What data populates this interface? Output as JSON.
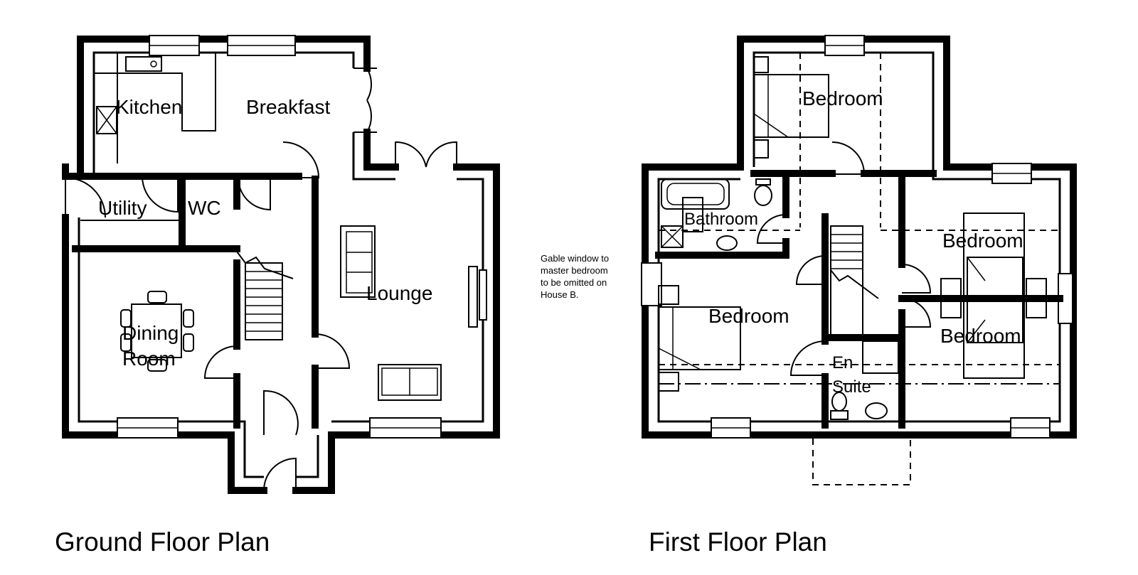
{
  "ground_floor": {
    "title": "Ground Floor Plan",
    "rooms": {
      "kitchen": "Kitchen",
      "breakfast": "Breakfast",
      "utility": "Utility",
      "wc": "WC",
      "dining_line1": "Dining",
      "dining_line2": "Room",
      "lounge": "Lounge"
    }
  },
  "first_floor": {
    "title": "First Floor Plan",
    "rooms": {
      "bedroom_top": "Bedroom",
      "bathroom": "Bathroom",
      "bedroom_right_upper": "Bedroom",
      "bedroom_left": "Bedroom",
      "bedroom_right_lower": "Bedroom",
      "ensuite_line1": "En",
      "ensuite_line2": "Suite"
    },
    "note_lines": [
      "Gable window to",
      "master bedroom",
      "to be omitted on",
      "House B."
    ]
  }
}
